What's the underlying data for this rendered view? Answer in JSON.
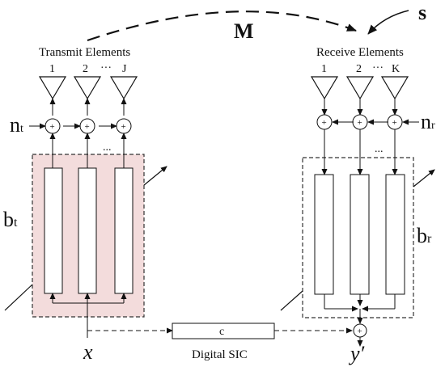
{
  "diagram": {
    "transmit_title": "Transmit Elements",
    "receive_title": "Receive Elements",
    "tx_antenna_labels": [
      "1",
      "2",
      "J"
    ],
    "rx_antenna_labels": [
      "1",
      "2",
      "K"
    ],
    "tx_ellipsis": "···",
    "rx_ellipsis": "···",
    "tx_chain_ellipsis": "...",
    "rx_chain_ellipsis": "...",
    "noise_tx": "n",
    "noise_tx_sub": "t",
    "noise_rx": "n",
    "noise_rx_sub": "r",
    "block_tx": "b",
    "block_tx_sub": "t",
    "block_rx": "b",
    "block_rx_sub": "r",
    "matrix_label": "M",
    "s_label": "s",
    "x_label": "x",
    "y_label": "y′",
    "c_label": "c",
    "sic_label": "Digital SIC",
    "plus": "+",
    "colors": {
      "tx_fill": "#f3dcdc",
      "stroke": "#111111"
    }
  }
}
